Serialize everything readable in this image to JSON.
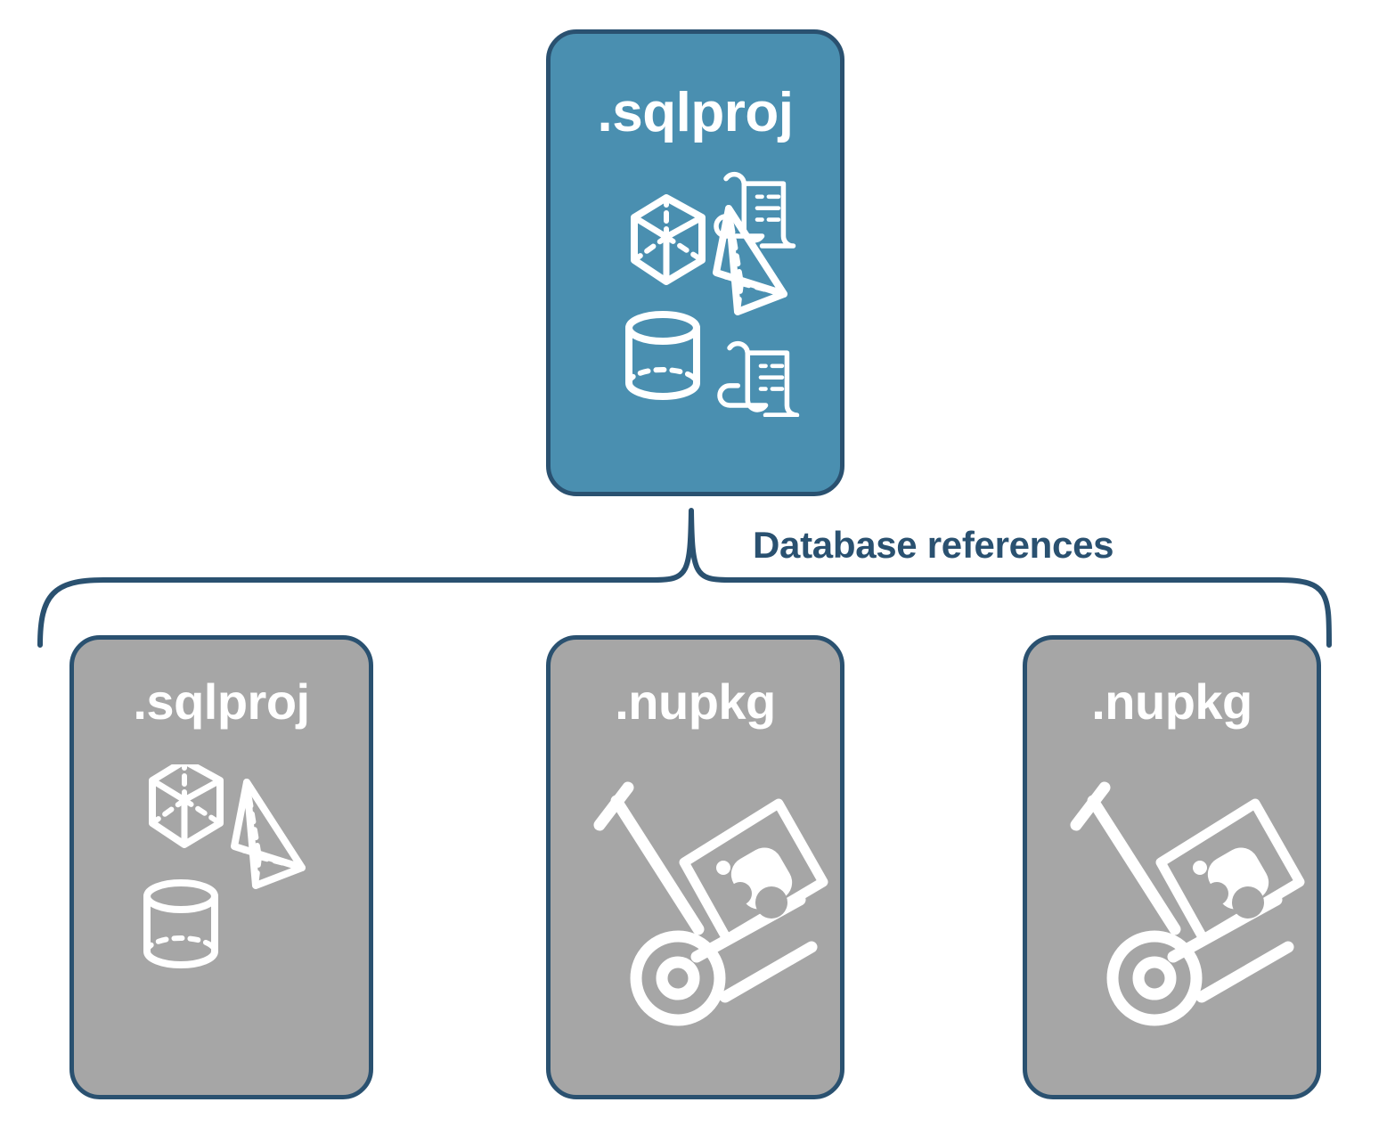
{
  "diagram": {
    "title_text": "Database references",
    "colors": {
      "primary_fill": "#4a8fb0",
      "secondary_fill": "#a6a6a6",
      "stroke": "#2a5170",
      "label_text": "#2a5170",
      "node_text": "#ffffff",
      "background": "#ffffff"
    },
    "root": {
      "label": ".sqlproj",
      "type": "sqlproj",
      "icons": [
        "cube-icon",
        "scroll-icon",
        "pyramid-icon",
        "cylinder-icon",
        "scroll-icon"
      ]
    },
    "connector": {
      "label": "Database references",
      "style": "curly-brace"
    },
    "children": [
      {
        "label": ".sqlproj",
        "type": "sqlproj",
        "icons": [
          "cube-icon",
          "pyramid-icon",
          "cylinder-icon"
        ]
      },
      {
        "label": ".nupkg",
        "type": "nupkg",
        "icons": [
          "hand-truck-icon",
          "nuget-package-icon"
        ]
      },
      {
        "label": ".nupkg",
        "type": "nupkg",
        "icons": [
          "hand-truck-icon",
          "nuget-package-icon"
        ]
      }
    ]
  }
}
